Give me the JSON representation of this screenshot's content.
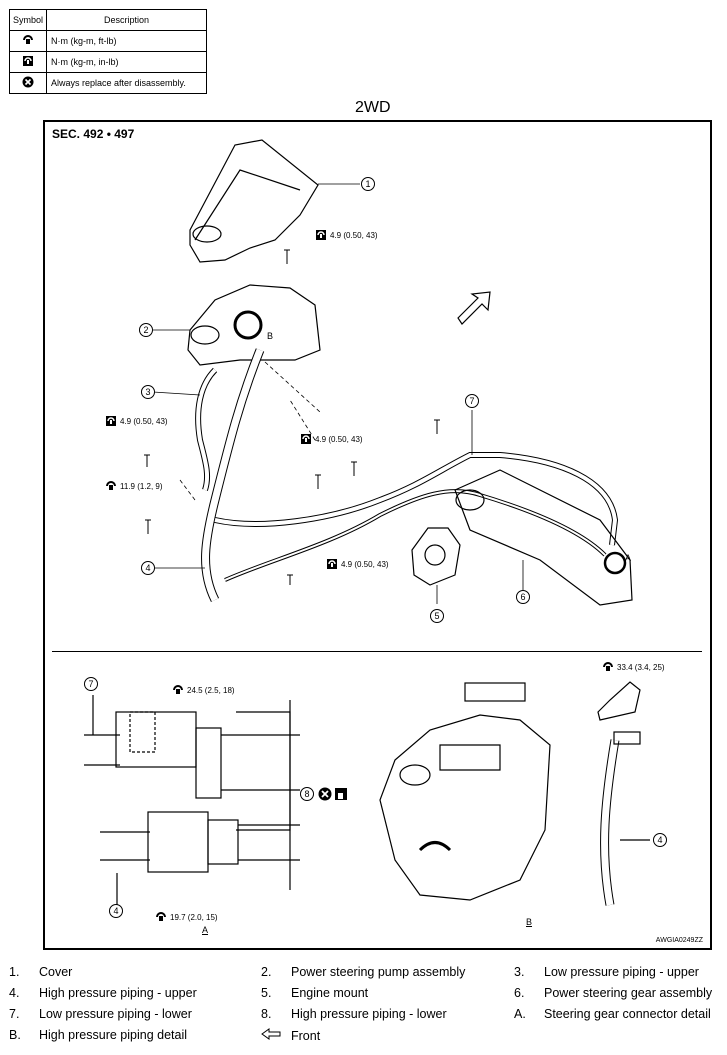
{
  "legend": {
    "header_symbol": "Symbol",
    "header_description": "Description",
    "rows": [
      {
        "icon": "torque-ftlb-icon",
        "text": "N·m (kg-m, ft-lb)"
      },
      {
        "icon": "torque-inlb-icon",
        "text": "N·m (kg-m, in-lb)"
      },
      {
        "icon": "always-replace-icon",
        "text": "Always replace after disassembly."
      }
    ]
  },
  "title": "2WD",
  "section": "SEC. 492 • 497",
  "image_code": "AWGIA0249ZZ",
  "callouts": {
    "cover_bolt": "4.9 (0.50, 43)",
    "left_bolt": "4.9 (0.50, 43)",
    "center_bolt": "4.9 (0.50, 43)",
    "bracket_bolt": "11.9 (1.2, 9)",
    "lower_bolt": "4.9 (0.50, 43)",
    "detail_a_upper": "24.5 (2.5, 18)",
    "detail_a_lower": "19.7 (2.0, 15)",
    "detail_gear": "33.4 (3.4, 25)"
  },
  "labels": {
    "n1": "1",
    "n2": "2",
    "n3": "3",
    "n4": "4",
    "n5": "5",
    "n6": "6",
    "n7": "7",
    "n8": "8",
    "a": "A",
    "b": "B"
  },
  "footnotes": [
    {
      "key": "1.",
      "text": "Cover"
    },
    {
      "key": "2.",
      "text": "Power steering pump assembly"
    },
    {
      "key": "3.",
      "text": "Low pressure piping - upper"
    },
    {
      "key": "4.",
      "text": "High pressure piping - upper"
    },
    {
      "key": "5.",
      "text": "Engine mount"
    },
    {
      "key": "6.",
      "text": "Power steering gear assembly"
    },
    {
      "key": "7.",
      "text": "Low pressure piping - lower"
    },
    {
      "key": "8.",
      "text": "High pressure piping - lower"
    },
    {
      "key": "A.",
      "text": "Steering gear connector detail"
    },
    {
      "key": "B.",
      "text": "High pressure piping detail"
    },
    {
      "key": "front-arrow-icon",
      "text": "Front"
    }
  ]
}
